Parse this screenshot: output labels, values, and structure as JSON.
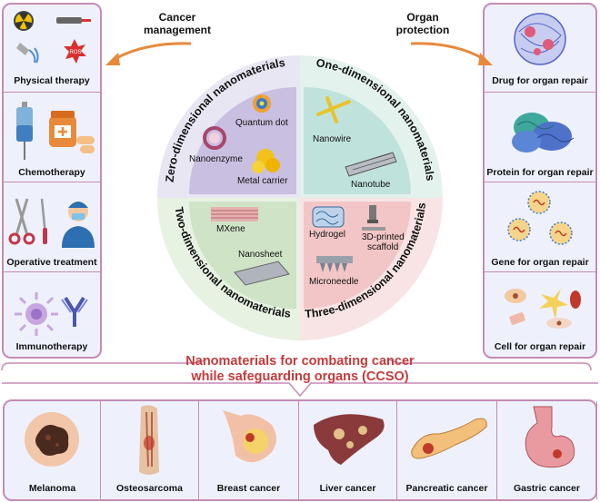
{
  "left_panel": {
    "items": [
      {
        "label": "Physical therapy"
      },
      {
        "label": "Chemotherapy"
      },
      {
        "label": "Operative treatment"
      },
      {
        "label": "Immunotherapy"
      }
    ]
  },
  "right_panel": {
    "items": [
      {
        "label": "Drug  for organ repair"
      },
      {
        "label": "Protein for organ repair"
      },
      {
        "label": "Gene for organ repair"
      },
      {
        "label": "Cell for organ repair"
      }
    ]
  },
  "arrows": {
    "left_label_line1": "Cancer",
    "left_label_line2": "management",
    "right_label_line1": "Organ",
    "right_label_line2": "protection"
  },
  "circle": {
    "quadrants": {
      "zero": {
        "title": "Zero-dimensional nanomaterials",
        "items": [
          "Quantum dot",
          "Nanoenzyme",
          "Metal carrier"
        ]
      },
      "one": {
        "title": "One-dimensional nanomaterials",
        "items": [
          "Nanowire",
          "Nanotube"
        ]
      },
      "two": {
        "title": "Two-dimensional nanomaterials",
        "items": [
          "MXene",
          "Nanosheet"
        ]
      },
      "three": {
        "title": "Three-dimensional nanomaterials",
        "items": [
          "Hydrogel",
          "3D-printed",
          "scaffold",
          "Microneedle"
        ]
      }
    }
  },
  "banner": {
    "line1": "Nanomaterials for combating cancer",
    "line2": "while safeguarding organs (CCSO)"
  },
  "cancers": [
    {
      "label": "Melanoma"
    },
    {
      "label": "Osteosarcoma"
    },
    {
      "label": "Breast cancer"
    },
    {
      "label": "Liver cancer"
    },
    {
      "label": "Pancreatic cancer"
    },
    {
      "label": "Gastric cancer"
    }
  ],
  "colors": {
    "panel_border": "#c58bb6",
    "panel_bg": "#eef1fb",
    "arrow": "#e8893a",
    "banner_text": "#c43a3a",
    "q_zero": "#c9bfe0",
    "q_one": "#bfe3dc",
    "q_two": "#cfe3c6",
    "q_three": "#f2c6c6"
  }
}
